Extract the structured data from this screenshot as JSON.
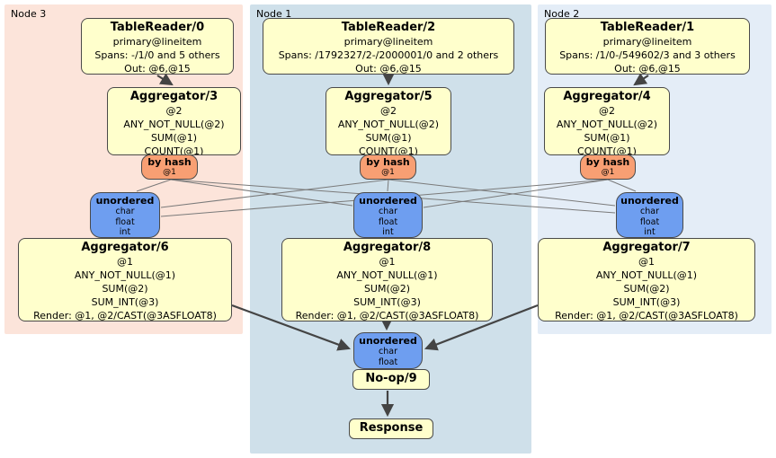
{
  "colors": {
    "proc_fill": "#ffffcc",
    "router_fill": "#f89f73",
    "sync_fill": "#6e9ef0",
    "node3_bg": "#fce4da",
    "node1_bg": "#cfe0ea",
    "node2_bg": "#e4edf7",
    "edge": "#444444",
    "mesh_edge": "#7a7a7a"
  },
  "regions": [
    {
      "label": "Node 3"
    },
    {
      "label": "Node 1"
    },
    {
      "label": "Node 2"
    }
  ],
  "processors": {
    "tr0": {
      "title": "TableReader/0",
      "lines": [
        "primary@lineitem",
        "Spans: -/1/0 and 5 others",
        "Out: @6,@15"
      ]
    },
    "tr2": {
      "title": "TableReader/2",
      "lines": [
        "primary@lineitem",
        "Spans: /1792327/2-/2000001/0 and 2 others",
        "Out: @6,@15"
      ]
    },
    "tr1": {
      "title": "TableReader/1",
      "lines": [
        "primary@lineitem",
        "Spans: /1/0-/549602/3 and 3 others",
        "Out: @6,@15"
      ]
    },
    "agg3": {
      "title": "Aggregator/3",
      "lines": [
        "@2",
        "ANY_NOT_NULL(@2)",
        "SUM(@1)",
        "COUNT(@1)"
      ]
    },
    "agg5": {
      "title": "Aggregator/5",
      "lines": [
        "@2",
        "ANY_NOT_NULL(@2)",
        "SUM(@1)",
        "COUNT(@1)"
      ]
    },
    "agg4": {
      "title": "Aggregator/4",
      "lines": [
        "@2",
        "ANY_NOT_NULL(@2)",
        "SUM(@1)",
        "COUNT(@1)"
      ]
    },
    "agg6": {
      "title": "Aggregator/6",
      "lines": [
        "@1",
        "ANY_NOT_NULL(@1)",
        "SUM(@2)",
        "SUM_INT(@3)",
        "Render: @1, @2/CAST(@3ASFLOAT8)"
      ]
    },
    "agg8": {
      "title": "Aggregator/8",
      "lines": [
        "@1",
        "ANY_NOT_NULL(@1)",
        "SUM(@2)",
        "SUM_INT(@3)",
        "Render: @1, @2/CAST(@3ASFLOAT8)"
      ]
    },
    "agg7": {
      "title": "Aggregator/7",
      "lines": [
        "@1",
        "ANY_NOT_NULL(@1)",
        "SUM(@2)",
        "SUM_INT(@3)",
        "Render: @1, @2/CAST(@3ASFLOAT8)"
      ]
    },
    "noop": {
      "title": "No-op/9"
    },
    "response": {
      "title": "Response"
    }
  },
  "routers": {
    "hash3": {
      "title": "by hash",
      "lines": [
        "@1"
      ]
    },
    "hash5": {
      "title": "by hash",
      "lines": [
        "@1"
      ]
    },
    "hash4": {
      "title": "by hash",
      "lines": [
        "@1"
      ]
    }
  },
  "syncs": {
    "uno3": {
      "title": "unordered",
      "lines": [
        "char",
        "float",
        "int"
      ]
    },
    "uno1": {
      "title": "unordered",
      "lines": [
        "char",
        "float",
        "int"
      ]
    },
    "uno2": {
      "title": "unordered",
      "lines": [
        "char",
        "float",
        "int"
      ]
    },
    "unoF": {
      "title": "unordered",
      "lines": [
        "char",
        "float"
      ]
    }
  }
}
